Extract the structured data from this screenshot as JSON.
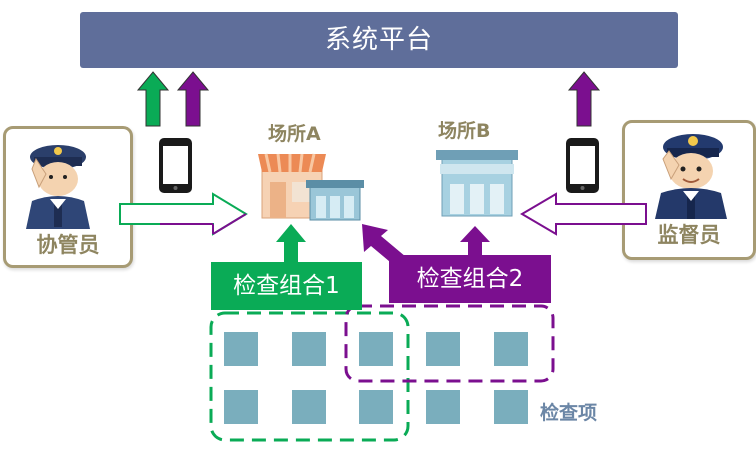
{
  "platform": {
    "label": "系统平台"
  },
  "left_person": {
    "label": "协管员"
  },
  "right_person": {
    "label": "监督员"
  },
  "site_a": {
    "label": "场所A"
  },
  "site_b": {
    "label": "场所B"
  },
  "group1": {
    "label": "检查组合1"
  },
  "group2": {
    "label": "检查组合2"
  },
  "items": {
    "label": "检查项"
  },
  "colors": {
    "platform": "#5f6e9a",
    "green": "#0aab56",
    "purple": "#7b0f8f",
    "cell": "#7aaebd",
    "card_border": "#a79b74",
    "label_gold": "#8e8560",
    "items_label": "#6b86a6"
  },
  "icons": [
    "police-officer-icon",
    "smartphone-icon",
    "storefront-icon",
    "building-icon"
  ]
}
